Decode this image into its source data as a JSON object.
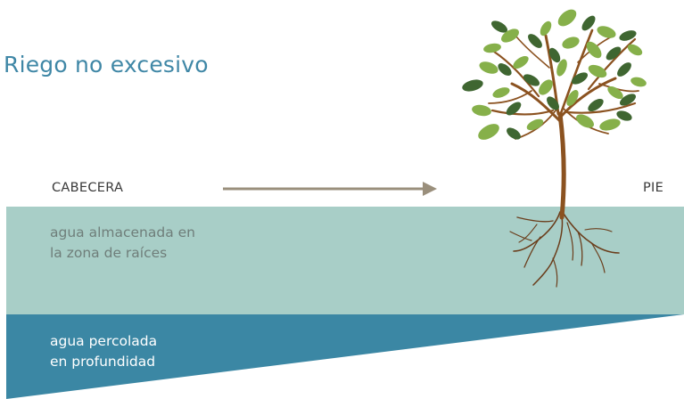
{
  "title": "Riego no excesivo",
  "labels": {
    "head": "CABECERA",
    "foot": "PIE"
  },
  "zones": {
    "stored": [
      "agua almacenada en",
      "la zona de raíces"
    ],
    "percolated": [
      "agua percolada",
      "en profundidad"
    ]
  },
  "colors": {
    "title": "#3f87a6",
    "root_zone": "#a8cec7",
    "percolation": "#3b87a4",
    "arrow": "#9a8f7c",
    "trunk": "#8b5220",
    "leaf_light": "#86b04a",
    "leaf_dark": "#3f6631"
  },
  "icons": [
    "tree-icon",
    "arrow-right-icon"
  ]
}
